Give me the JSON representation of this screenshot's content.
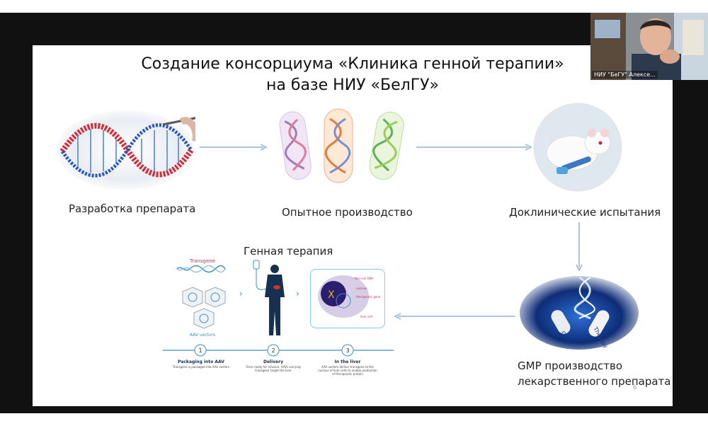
{
  "slide": {
    "title_line1": "Создание консорциума «Клиника генной терапии»",
    "title_line2": "на базе НИУ «БелГУ»",
    "steps": [
      {
        "label": "Разработка препарата"
      },
      {
        "label": "Опытное производство"
      },
      {
        "label": "Доклинические испытания"
      },
      {
        "label_line1": "GMP производство",
        "label_line2": "лекарственного препарата"
      }
    ],
    "gene_therapy": {
      "heading": "Генная терапия",
      "transgene": "Transgene",
      "aav_vectors": "AAV vectors",
      "stages": [
        {
          "num": "1",
          "title": "Packaging into AAV",
          "desc": "Transgene is packaged into AAV vectors"
        },
        {
          "num": "2",
          "title": "Delivery",
          "desc": "Once ready for infusion, AAVs carrying transgene target the liver"
        },
        {
          "num": "3",
          "title": "In the liver",
          "desc": "AAV vectors deliver transgene to the nucleus of liver cells to enable production of therapeutic protein"
        }
      ],
      "cell_labels": [
        "Non-cell DNA",
        "nucleus",
        "therapeutic gene",
        "liver cell"
      ]
    },
    "capsule_labels": [
      "Gene",
      "Therapy"
    ],
    "page_number": "6"
  },
  "participant": {
    "name": "НИУ \"БеГУ\" Алексе..."
  },
  "colors": {
    "arrow": "#8fb4d8",
    "aav_blue": "#3f8fc4",
    "video_bg": "#111111"
  }
}
